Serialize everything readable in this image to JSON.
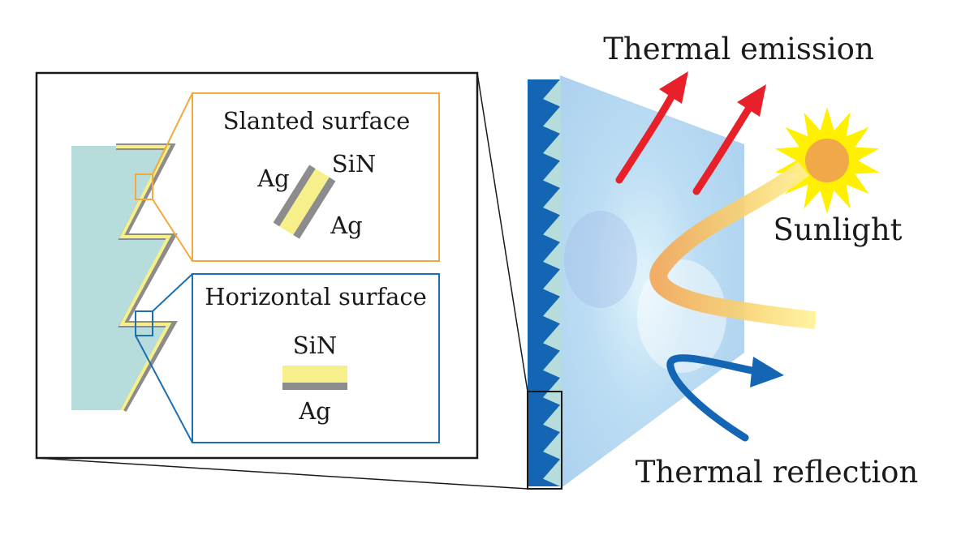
{
  "labels": {
    "thermal_emission": "Thermal emission",
    "sunlight": "Sunlight",
    "thermal_reflection": "Thermal reflection",
    "slanted_surface": "Slanted surface",
    "horizontal_surface": "Horizontal surface",
    "slanted_ag_left": "Ag",
    "slanted_sin": "SiN",
    "slanted_ag_right": "Ag",
    "horizontal_sin": "SiN",
    "horizontal_ag": "Ag"
  },
  "colors": {
    "substrate": "#b6dcdc",
    "sin_layer": "#f7f08a",
    "ag_layer": "#8c8c8c",
    "slanted_box": "#f2aa3c",
    "horizontal_box": "#1e6fb0",
    "sawtooth": "#1466b4",
    "emission_arrow": "#e8202a",
    "reflection_arrow": "#1466b4",
    "sun_rays": "#fff000",
    "sun_core": "#f0a848"
  }
}
